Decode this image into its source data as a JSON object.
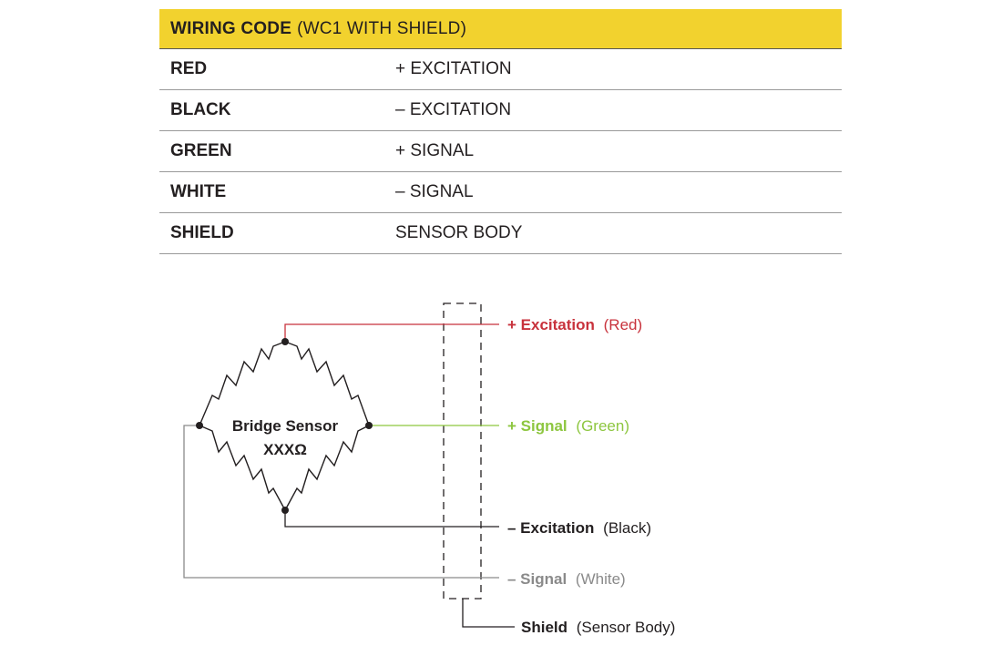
{
  "table": {
    "header_bold": "WIRING CODE",
    "header_rest": "(WC1 WITH SHIELD)",
    "rows": [
      {
        "wire": "RED",
        "function": "+ EXCITATION"
      },
      {
        "wire": "BLACK",
        "function": "– EXCITATION"
      },
      {
        "wire": "GREEN",
        "function": "+ SIGNAL"
      },
      {
        "wire": "WHITE",
        "function": "– SIGNAL"
      },
      {
        "wire": "SHIELD",
        "function": "SENSOR BODY"
      }
    ]
  },
  "diagram": {
    "sensor_label": "Bridge Sensor",
    "sensor_value": "XXXΩ",
    "wires": [
      {
        "bold": "+ Excitation",
        "paren": "(Red)",
        "color": "#c8323c"
      },
      {
        "bold": "+ Signal",
        "paren": "(Green)",
        "color": "#8dc63f"
      },
      {
        "bold": "– Excitation",
        "paren": "(Black)",
        "color": "#231f20"
      },
      {
        "bold": "– Signal",
        "paren": "(White)",
        "color": "#8a8a8a"
      },
      {
        "bold": "Shield",
        "paren": "(Sensor Body)",
        "color": "#231f20"
      }
    ]
  },
  "colors": {
    "header_bg": "#f2d22e",
    "red": "#c8323c",
    "green": "#8dc63f",
    "black": "#231f20",
    "grey": "#8a8a8a"
  }
}
